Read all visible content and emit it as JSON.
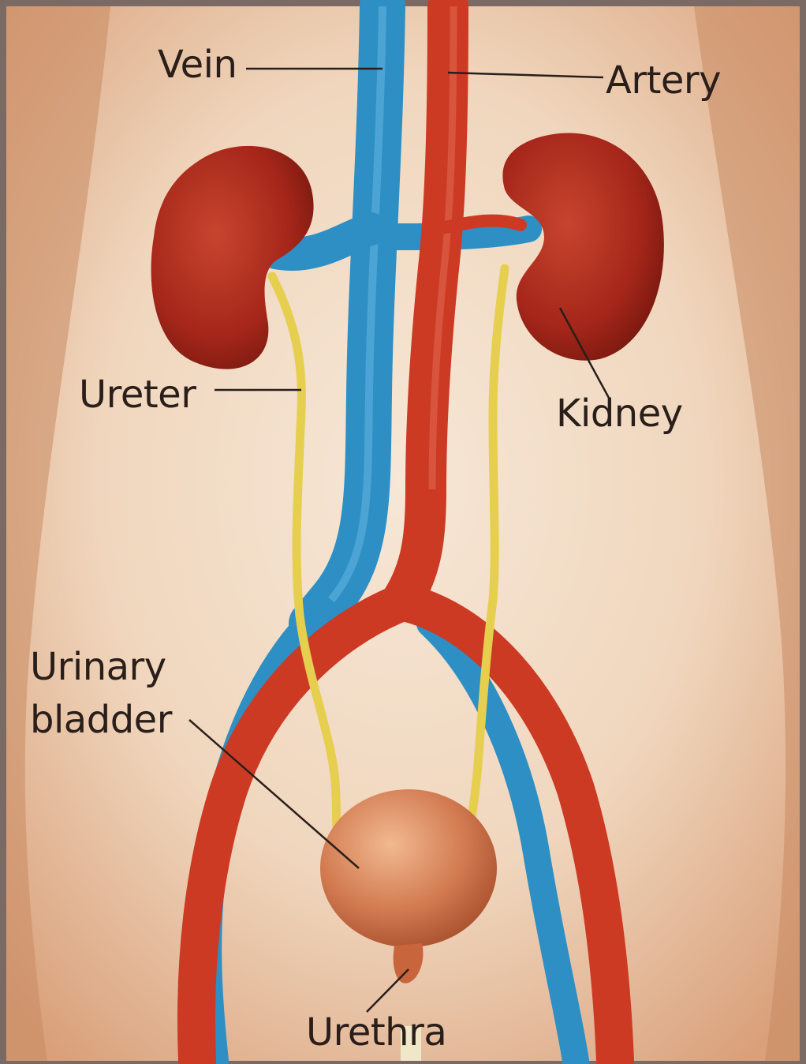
{
  "diagram": {
    "labels": {
      "vein": "Vein",
      "artery": "Artery",
      "ureter": "Ureter",
      "kidney": "Kidney",
      "bladder_line1": "Urinary",
      "bladder_line2": "bladder",
      "urethra": "Urethra"
    },
    "colors": {
      "skin_light": "#f1dcc6",
      "skin_dark": "#d99f73",
      "vein": "#2d8fc4",
      "artery": "#cc3a24",
      "kidney": "#a5261a",
      "ureter": "#e6cf4e",
      "bladder": "#d27a50",
      "frame": "#7a6a63"
    }
  }
}
